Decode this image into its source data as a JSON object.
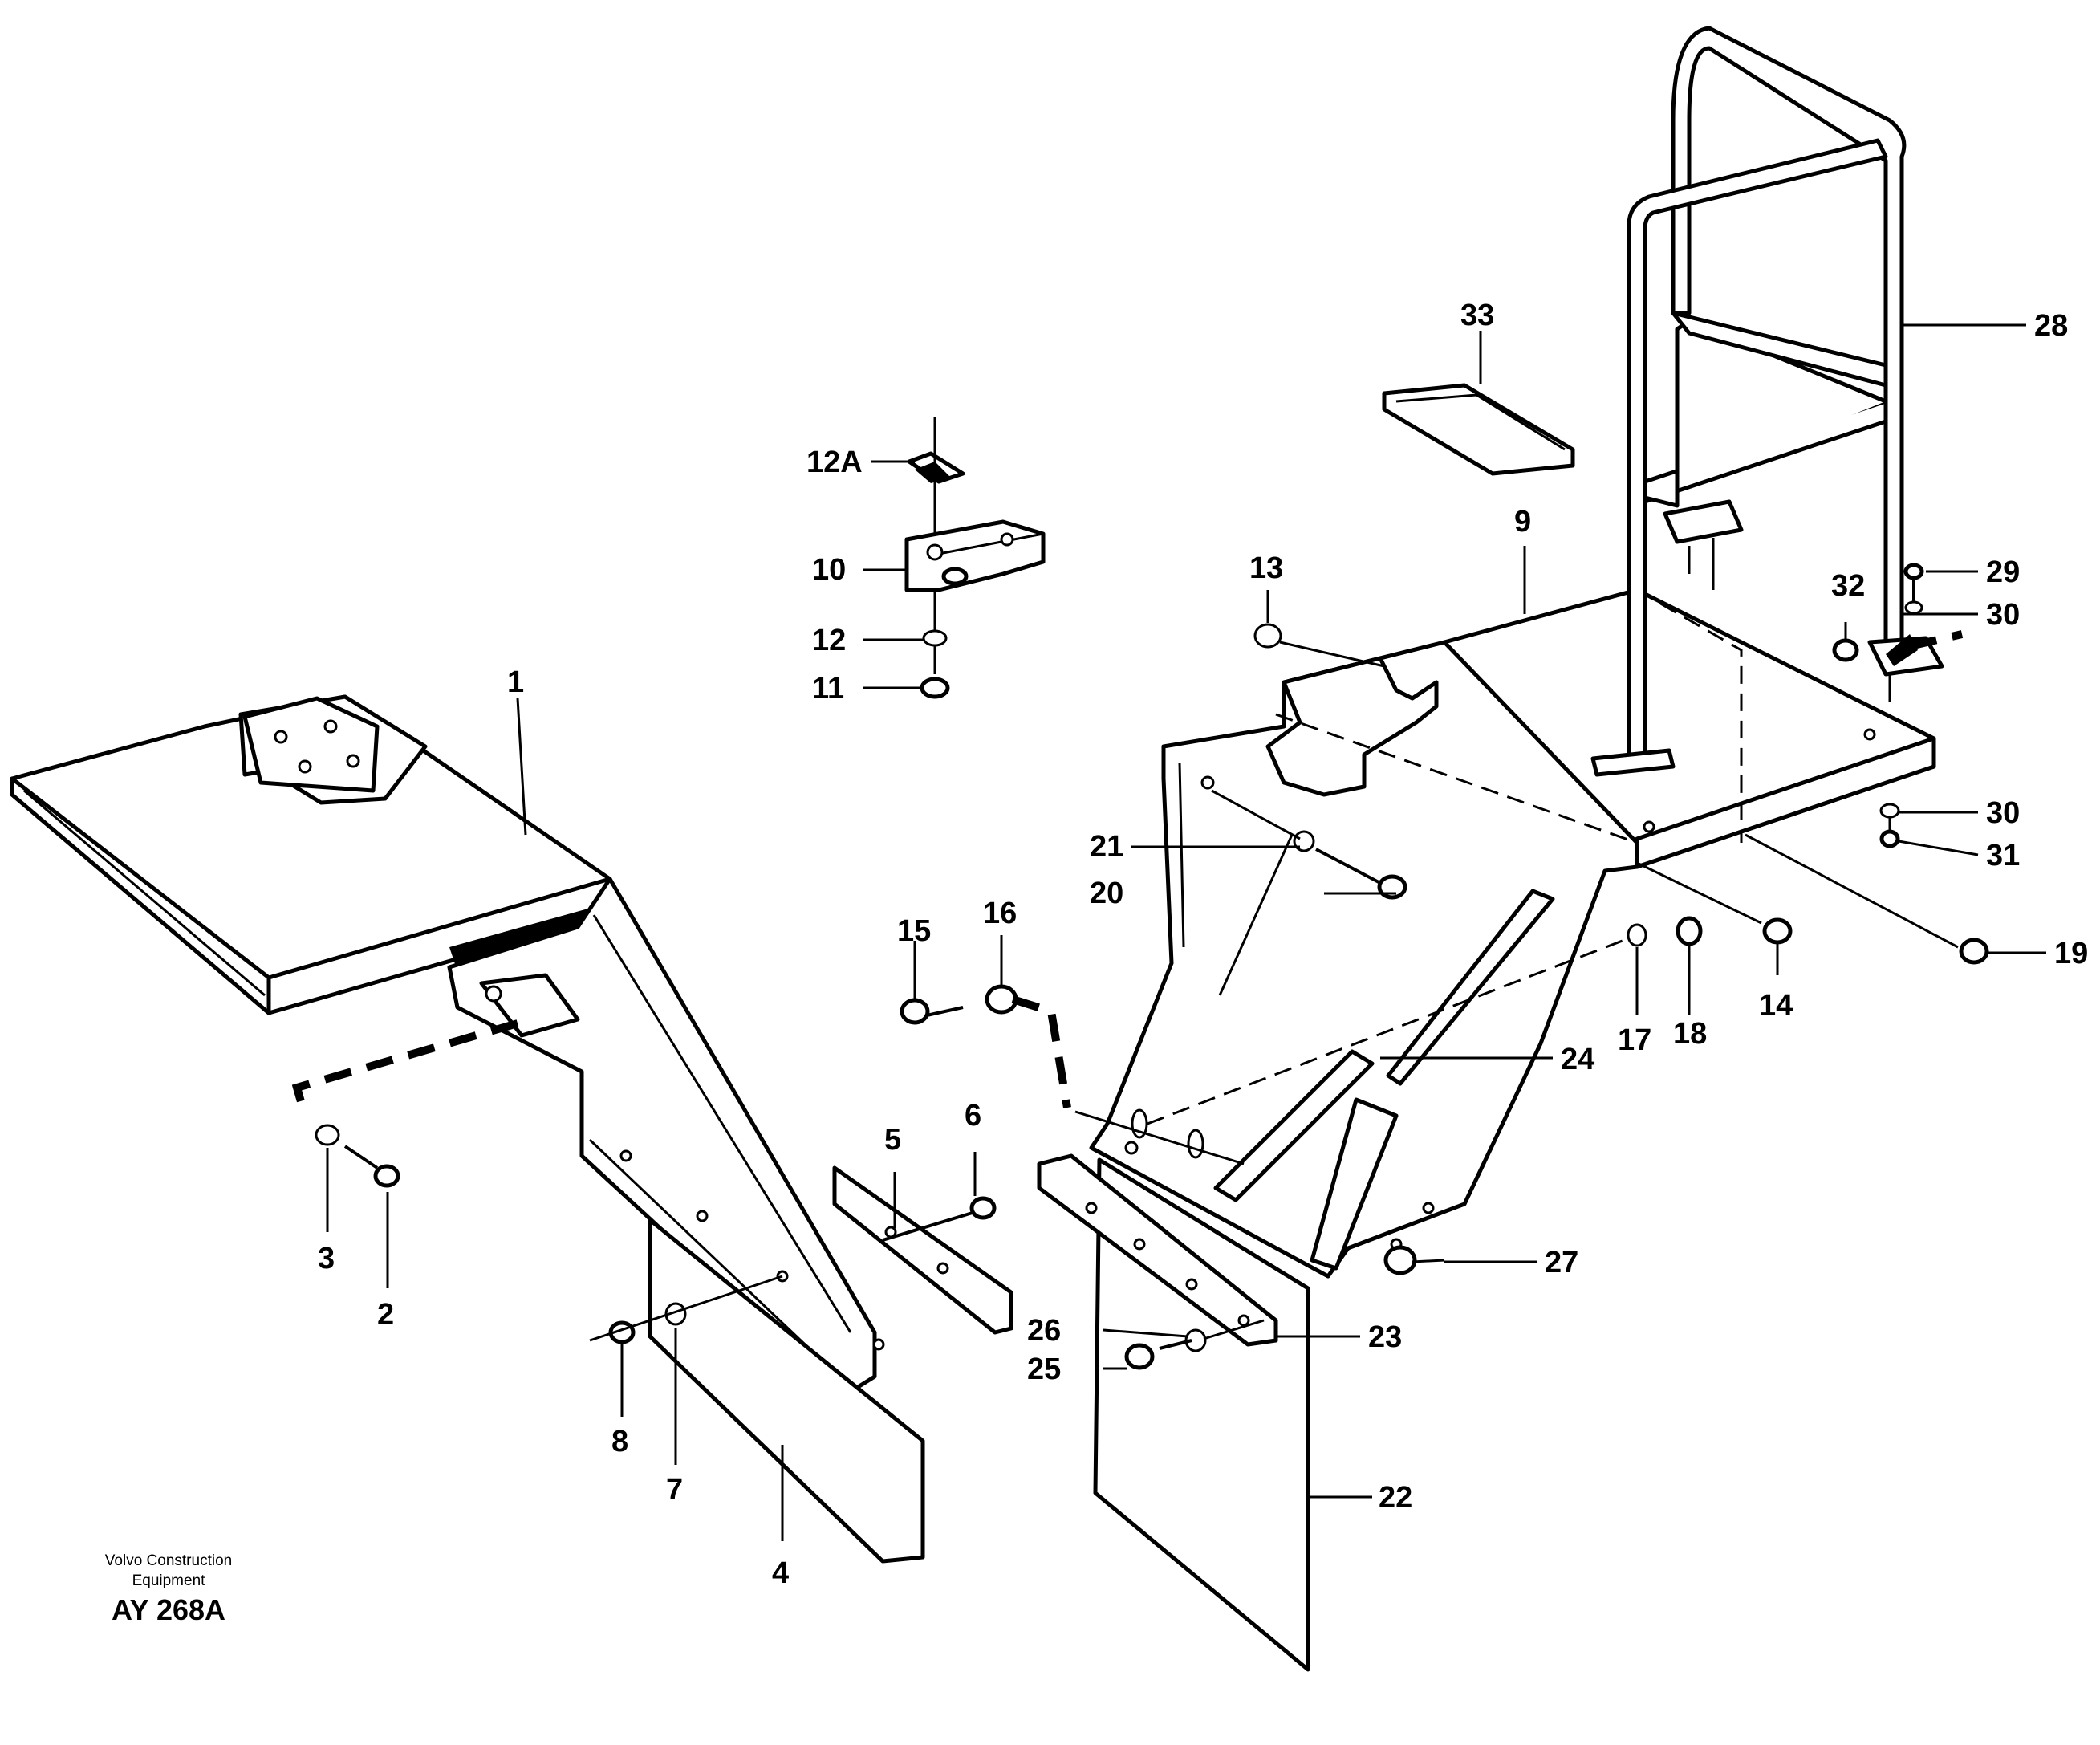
{
  "drawing": {
    "publisher_line1": "Volvo Construction",
    "publisher_line2": "Equipment",
    "document_code": "AY 268A"
  },
  "callouts": {
    "c1": "1",
    "c2": "2",
    "c3": "3",
    "c4": "4",
    "c5": "5",
    "c6": "6",
    "c7": "7",
    "c8": "8",
    "c9": "9",
    "c10": "10",
    "c11": "11",
    "c12": "12",
    "c12a": "12A",
    "c13": "13",
    "c14": "14",
    "c15": "15",
    "c16": "16",
    "c17": "17",
    "c18": "18",
    "c19": "19",
    "c20": "20",
    "c21": "21",
    "c22": "22",
    "c23": "23",
    "c24": "24",
    "c25": "25",
    "c26": "26",
    "c27": "27",
    "c28": "28",
    "c29": "29",
    "c30a": "30",
    "c30b": "30",
    "c31": "31",
    "c32": "32",
    "c33": "33"
  }
}
